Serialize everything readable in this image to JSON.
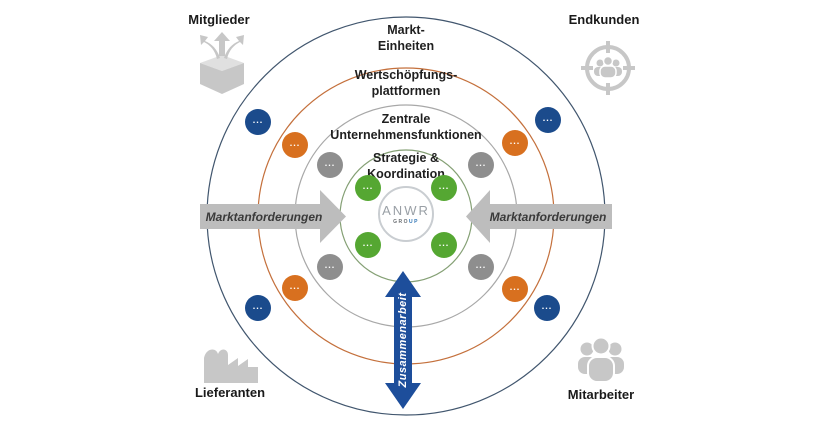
{
  "diagram": {
    "center_logo": {
      "name": "ANWR",
      "group_prefix": "GRO",
      "group_suffix": "UP"
    },
    "rings": [
      {
        "line1": "Markt-",
        "line2": "Einheiten",
        "color": "#41566e"
      },
      {
        "line1": "Wertschöpfungs-",
        "line2": "plattformen",
        "color": "#c4703c"
      },
      {
        "line1": "Zentrale",
        "line2": "Unternehmensfunktionen",
        "color": "#a8a8a8"
      },
      {
        "line1": "Strategie &",
        "line2": "Koordination",
        "color": "#85a075"
      }
    ],
    "dot_label": "...",
    "dot_colors": {
      "market_units": "#1b4b8c",
      "platforms": "#d8701f",
      "functions": "#8e8e8e",
      "strategy": "#55a732"
    },
    "arrows": {
      "left_label": "Marktanforderungen",
      "right_label": "Marktanforderungen",
      "vertical_label": "Zusammenarbeit",
      "horizontal_color": "#BDBDBD",
      "horizontal_border": "#ADADAD",
      "vertical_color": "#1d4e9b"
    },
    "corners": {
      "top_left": {
        "label": "Mitglieder",
        "icon": "box-arrows-icon"
      },
      "top_right": {
        "label": "Endkunden",
        "icon": "target-customers-icon"
      },
      "bottom_left": {
        "label": "Lieferanten",
        "icon": "factory-icon"
      },
      "bottom_right": {
        "label": "Mitarbeiter",
        "icon": "people-group-icon"
      }
    },
    "icon_color": "#C7C7C7"
  }
}
